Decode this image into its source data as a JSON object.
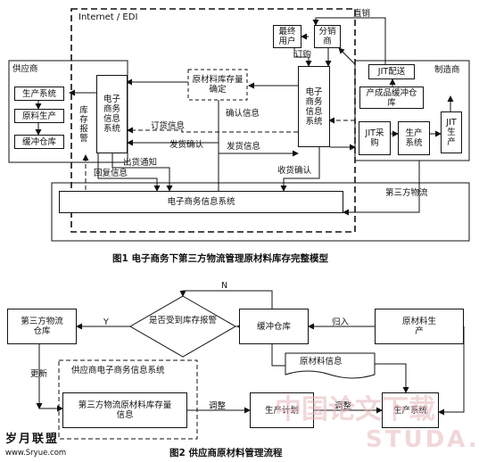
{
  "fig1": {
    "caption": "图1 电子商务下第三方物流管理原材料库存完整模型",
    "internet_label": "Internet / EDI",
    "supplier": {
      "title": "供应商",
      "production_system": "生产系统",
      "material_production": "原料生产",
      "buffer_warehouse": "缓冲仓库",
      "ec_system": "电子商务信息系统"
    },
    "center": {
      "inventory_confirm": "原材料库存量确定",
      "ec_system": "电子商务信息系统",
      "end_user": "最终用户",
      "distributor": "分销商"
    },
    "manufacturer": {
      "title": "制造商",
      "jit_delivery": "JIT配送",
      "product_buffer": "产成品缓冲仓库",
      "jit_purchase": "JIT采购",
      "production_system": "生产系统",
      "jit_production": "JIT生产"
    },
    "tpl": {
      "title": "第三方物流",
      "ec_system": "电子商务信息系统"
    },
    "flows": {
      "direct_sales": "直销",
      "order": "订购",
      "confirm_info": "确认信息",
      "order_info": "订货信息",
      "delivery_info": "发货信息",
      "delivery_confirm_sup": "发货确认",
      "receipt_confirm": "收货确认",
      "ship_notice": "出货通知",
      "reply_info": "回复信息",
      "inventory_report": "库存报警"
    }
  },
  "fig2": {
    "caption": "图2 供应商原材料管理流程",
    "tpl_warehouse": "第三方物流仓库",
    "decision": "是否受到库存报警",
    "buffer_warehouse": "缓冲仓库",
    "raw_production": "原材料生产",
    "raw_info": "原材料信息",
    "supplier_ec": "供应商电子商务信息系统",
    "tpl_inventory_info": "第三方物流原材料库存量信息",
    "production_plan": "生产计划",
    "production_system": "生产系统",
    "labels": {
      "n": "N",
      "y": "Y",
      "return_in": "归入",
      "update": "更新",
      "adjust1": "调整",
      "adjust2": "调整"
    }
  },
  "watermarks": {
    "logo_left": "岁月联盟",
    "logo_url": "www.Sryue.com",
    "brand_cn": "中国论文下载",
    "brand_en": "STUDA."
  }
}
